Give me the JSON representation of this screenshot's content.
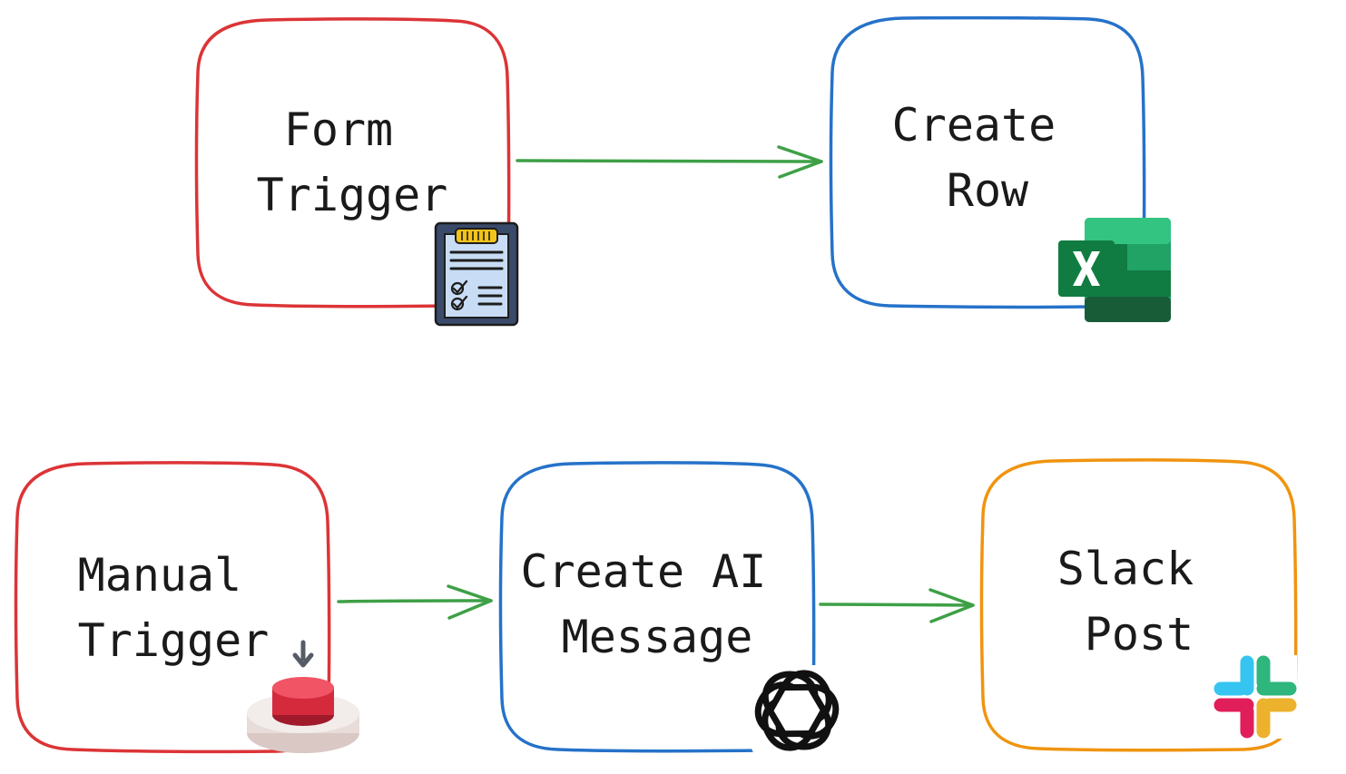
{
  "nodes": [
    {
      "id": "form-trigger",
      "lines": [
        "Form",
        "Trigger"
      ],
      "border_color": "#dc3437",
      "icon": "clipboard-form-icon"
    },
    {
      "id": "create-row",
      "lines": [
        "Create",
        "Row"
      ],
      "border_color": "#2572c9",
      "icon": "excel-icon"
    },
    {
      "id": "manual-trigger",
      "lines": [
        "Manual",
        "Trigger"
      ],
      "border_color": "#dc3437",
      "icon": "push-button-icon"
    },
    {
      "id": "create-ai-message",
      "lines": [
        "Create AI",
        "Message"
      ],
      "border_color": "#2572c9",
      "icon": "openai-icon"
    },
    {
      "id": "slack-post",
      "lines": [
        "Slack",
        "Post"
      ],
      "border_color": "#f0940f",
      "icon": "slack-icon"
    }
  ],
  "edges": [
    {
      "from": "form-trigger",
      "to": "create-row"
    },
    {
      "from": "manual-trigger",
      "to": "create-ai-message"
    },
    {
      "from": "create-ai-message",
      "to": "slack-post"
    }
  ],
  "colors": {
    "arrow": "#3ea046",
    "trigger_border": "#dc3437",
    "action_border": "#2572c9",
    "output_border": "#f0940f"
  }
}
